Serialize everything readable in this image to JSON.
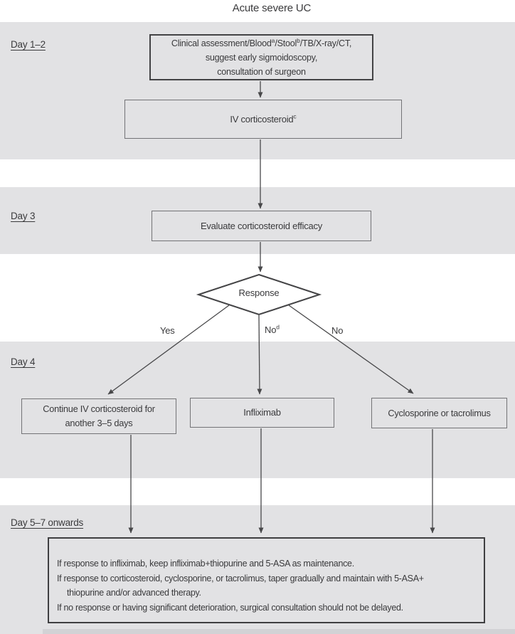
{
  "title": "Acute severe UC",
  "colors": {
    "band_gray": "#e2e2e4",
    "border_thick": "#434345",
    "border_thin": "#737376",
    "text": "#3a3a3c",
    "arrow": "#48484a",
    "diamond_fill": "#ffffff"
  },
  "day_labels": [
    {
      "label": "Day 1–2"
    },
    {
      "label": "Day 3"
    },
    {
      "label": "Day 4"
    },
    {
      "label": "Day 5–7 onwards"
    }
  ],
  "boxes": {
    "clinical": {
      "line1": [
        "Clinical assessment/Blood",
        "a",
        "/Stool",
        "b",
        "/TB/X-ray/CT,"
      ],
      "line2": "suggest early sigmoidoscopy,",
      "line3": "consultation of surgeon"
    },
    "iv": {
      "parts": [
        "IV corticosteroid",
        "c"
      ]
    },
    "evaluate": "Evaluate corticosteroid efficacy",
    "continue_steroid": {
      "line1": "Continue IV corticosteroid for",
      "line2": "another 3–5 days"
    },
    "infliximab": "Infliximab",
    "cyclosporine": "Cyclosporine or tacrolimus"
  },
  "decision": {
    "label": "Response",
    "branch_yes": "Yes",
    "branch_no_center": [
      "No",
      "d"
    ],
    "branch_no_right": "No"
  },
  "outcome": {
    "line1": "If response to infliximab, keep infliximab+thiopurine and 5-ASA as maintenance.",
    "line2": "If response to corticosteroid, cyclosporine, or tacrolimus, taper gradually and maintain with 5-ASA+",
    "line3": "thiopurine and/or advanced therapy.",
    "line4": "If no response or having significant deterioration, surgical consultation should not be delayed."
  }
}
